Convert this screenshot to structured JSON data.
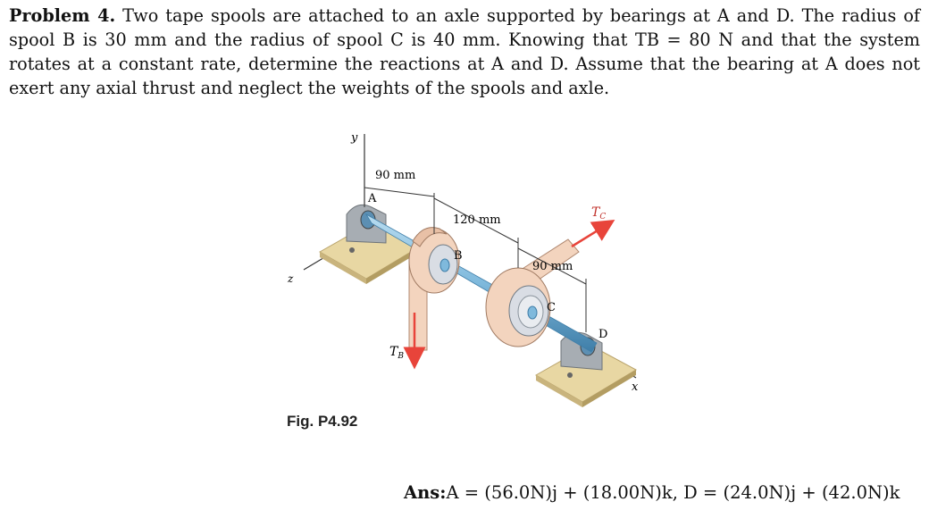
{
  "problem": {
    "label": "Problem 4.",
    "text": "Two tape spools are attached to an axle supported by bearings at A and D. The radius of spool B is 30 mm and the radius of spool C is 40 mm. Knowing that TB = 80 N and that the system rotates at a constant rate, determine the reactions at A and D. Assume that the bearing at A does not exert any axial thrust and neglect the weights of the spools and axle."
  },
  "figure": {
    "caption": "Fig. P4.92",
    "labels": {
      "y_axis": "y",
      "z_axis": "z",
      "x_axis": "x",
      "point_a": "A",
      "point_b": "B",
      "point_c": "C",
      "point_d": "D",
      "dim_ab": "90 mm",
      "dim_bc": "120 mm",
      "dim_cd": "90 mm",
      "force_tb": "T",
      "force_tb_sub": "B",
      "force_tc": "T",
      "force_tc_sub": "C"
    },
    "colors": {
      "axle": "#7fb9dc",
      "spool": "#f3d4be",
      "spool_face": "#d9dde4",
      "bearing": "#a7adb3",
      "base": "#e8d7a3",
      "force_arrow": "#e8443a"
    }
  },
  "answer": {
    "prefix": "Ans:",
    "text": "A = (56.0N)j + (18.00N)k,  D = (24.0N)j + (42.0N)k"
  }
}
